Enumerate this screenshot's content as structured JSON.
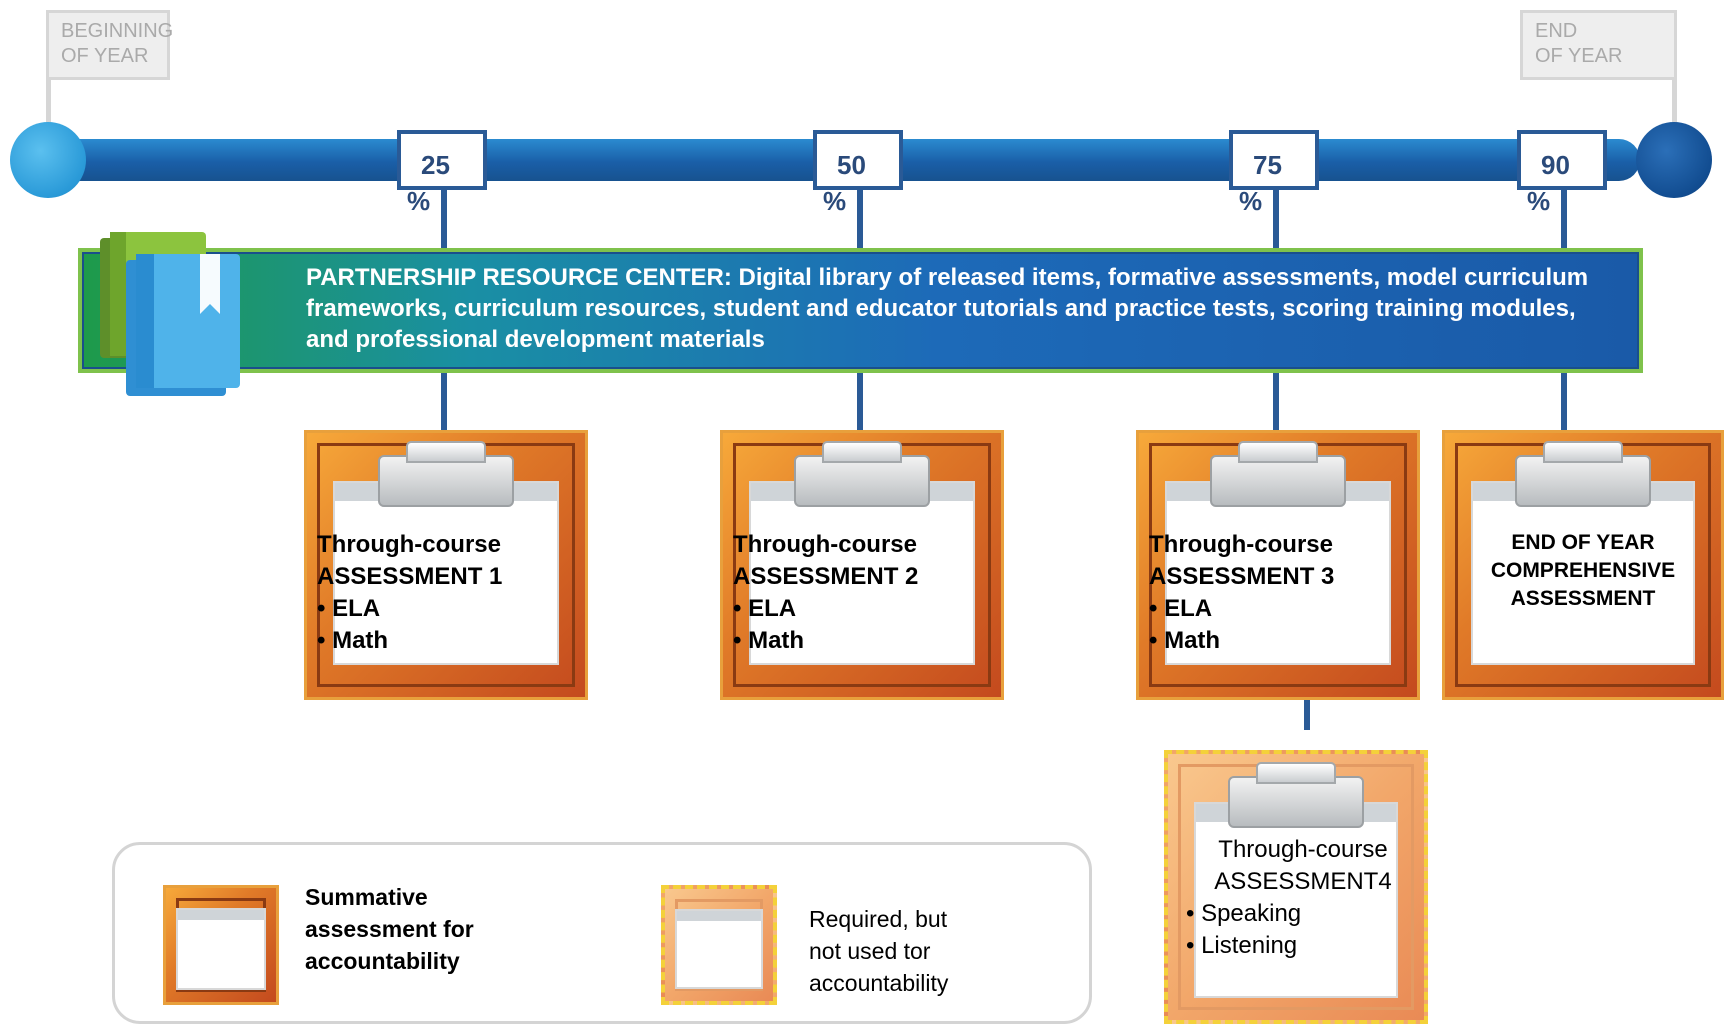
{
  "timeline": {
    "start_flag": [
      "BEGINNING",
      "OF YEAR"
    ],
    "end_flag": [
      "END",
      "OF YEAR"
    ],
    "colors": {
      "bar": "#1a5fa8",
      "start": "#2a9ad8",
      "end": "#124d91",
      "box_border": "#2a5a96"
    },
    "milestones": [
      {
        "value": "25",
        "unit": "%"
      },
      {
        "value": "50",
        "unit": "%"
      },
      {
        "value": "75",
        "unit": "%"
      },
      {
        "value": "90",
        "unit": "%"
      }
    ]
  },
  "resource_center": {
    "text": "PARTNERSHIP RESOURCE CENTER: Digital library of released items, formative assessments, model curriculum frameworks, curriculum resources, student and educator tutorials and practice tests, scoring training modules, and professional development materials",
    "icon": "books-icon",
    "colors": {
      "start": "#1e9a4a",
      "end": "#1a5aa8",
      "border": "#7fc24c"
    }
  },
  "assessments": [
    {
      "title1": "Through-course",
      "title2": "ASSESSMENT 1",
      "bullets": [
        "ELA",
        "Math"
      ]
    },
    {
      "title1": "Through-course",
      "title2": "ASSESSMENT 2",
      "bullets": [
        "ELA",
        "Math"
      ]
    },
    {
      "title1": "Through-course",
      "title2": "ASSESSMENT 3",
      "bullets": [
        "ELA",
        "Math"
      ]
    },
    {
      "title1": "END OF YEAR",
      "title2": "COMPREHENSIVE",
      "title3": "ASSESSMENT"
    },
    {
      "title1": "Through-course",
      "title2": "ASSESSMENT4",
      "bullets": [
        "Speaking",
        "Listening"
      ]
    }
  ],
  "legend": {
    "summative": [
      "Summative",
      "assessment for",
      "accountability"
    ],
    "required": [
      "Required, but",
      "not used tor",
      "accountability"
    ],
    "colors": {
      "summative": "#e07a28",
      "required": "#f2a76a",
      "required_border": "#f4d13a"
    }
  }
}
